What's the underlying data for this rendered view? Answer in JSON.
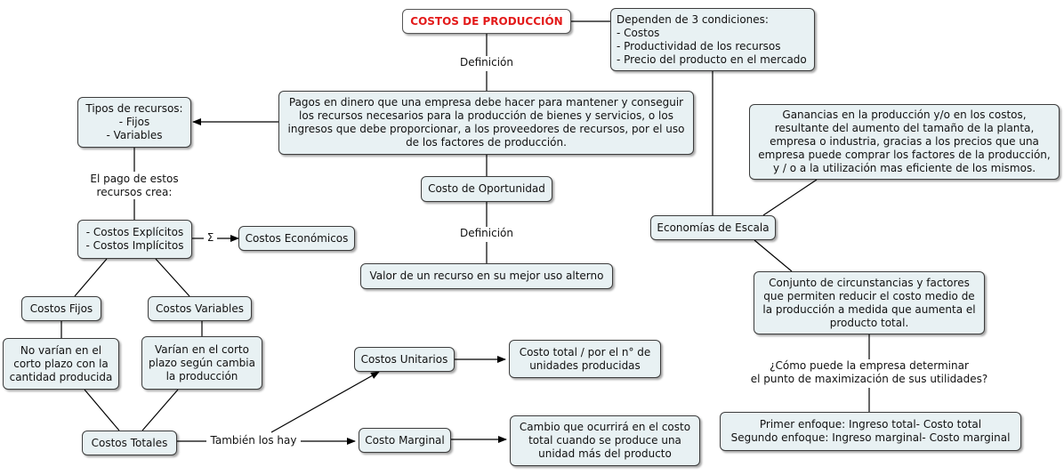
{
  "nodes": {
    "title": "COSTOS DE PRODUCCIÓN",
    "conditions": [
      "Dependen de 3 condiciones:",
      "- Costos",
      "- Productividad de los recursos",
      "- Precio del producto en el mercado"
    ],
    "definition": [
      "Pagos en dinero que una empresa debe hacer para mantener y conseguir",
      "los recursos necesarios para la producción de bienes y servicios, o los",
      "ingresos que debe proporcionar, a los proveedores de recursos, por el uso",
      "de los factores de producción."
    ],
    "resource_types": [
      "Tipos de recursos:",
      "- Fijos",
      "- Variables"
    ],
    "opportunity_cost": "Costo de Oportunidad",
    "opportunity_def": "Valor de un recurso en su mejor uso alterno",
    "explicit_implicit": [
      "- Costos Explícitos",
      "- Costos Implícitos"
    ],
    "economic_costs": "Costos Económicos",
    "fixed_costs": "Costos Fijos",
    "variable_costs": "Costos Variables",
    "fixed_desc": [
      "No varían en el",
      "corto plazo con la",
      "cantidad producida"
    ],
    "variable_desc": [
      "Varían en el corto",
      "plazo según cambia",
      "la producción"
    ],
    "total_costs": "Costos Totales",
    "unit_costs": "Costos Unitarios",
    "unit_desc": [
      "Costo total / por el n° de",
      "unidades producidas"
    ],
    "marginal_cost": "Costo Marginal",
    "marginal_desc": [
      "Cambio que ocurrirá en el costo",
      "total cuando se produce una",
      "unidad más del producto"
    ],
    "gains": [
      "Ganancias en la producción y/o en los costos,",
      "resultante del aumento del tamaño de la planta,",
      "empresa o industria, gracias a los precios que una",
      "empresa puede comprar los factores de la producción,",
      "y / o a la utilización mas eficiente de los mismos."
    ],
    "economies_scale": "Economías de Escala",
    "circumstances": [
      "Conjunto de circunstancias y factores",
      "que permiten reducir el costo medio de",
      "la producción a medida que aumenta el",
      "producto total."
    ],
    "approaches": [
      "Primer enfoque: Ingreso total- Costo total",
      "Segundo enfoque: Ingreso marginal- Costo marginal"
    ]
  },
  "labels": {
    "definicion_1": "Definición",
    "definicion_2": "Definición",
    "pago_crea": [
      "El pago de estos",
      "recursos crea:"
    ],
    "sigma": "Σ",
    "tambien": "También los hay",
    "question": [
      "¿Cómo puede la empresa determinar",
      "el punto de maximización de sus utilidades?"
    ]
  },
  "colors": {
    "title": "#e31a1a",
    "node_fill": "#e8f1f3",
    "line": "#000000"
  }
}
